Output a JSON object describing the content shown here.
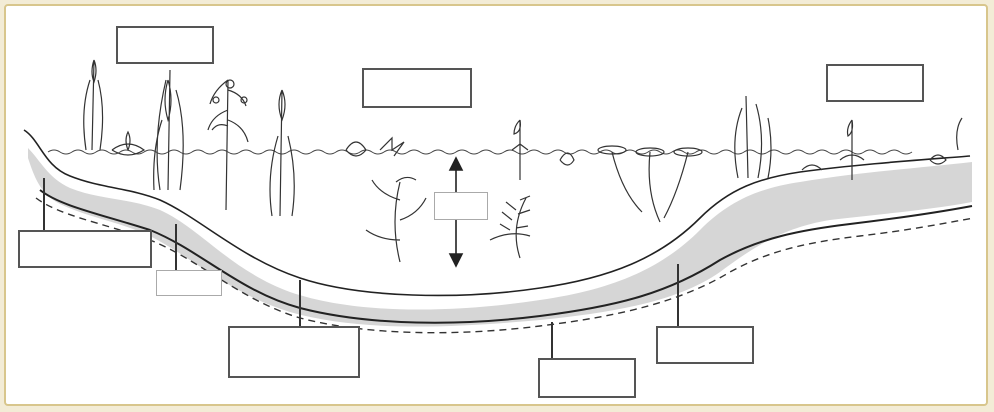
{
  "diagram": {
    "label_boxes": [
      {
        "id": "top-left",
        "text": ""
      },
      {
        "id": "top-center",
        "text": ""
      },
      {
        "id": "top-right",
        "text": ""
      },
      {
        "id": "left-bank",
        "text": ""
      },
      {
        "id": "left-small",
        "text": ""
      },
      {
        "id": "bottom-left",
        "text": ""
      },
      {
        "id": "bottom-center",
        "text": ""
      },
      {
        "id": "bottom-right",
        "text": ""
      },
      {
        "id": "depth",
        "text": ""
      }
    ],
    "colors": {
      "sediment": "#d6d6d6",
      "line": "#222222",
      "frame": "#d8c68c",
      "background": "#f3ecd6"
    }
  }
}
